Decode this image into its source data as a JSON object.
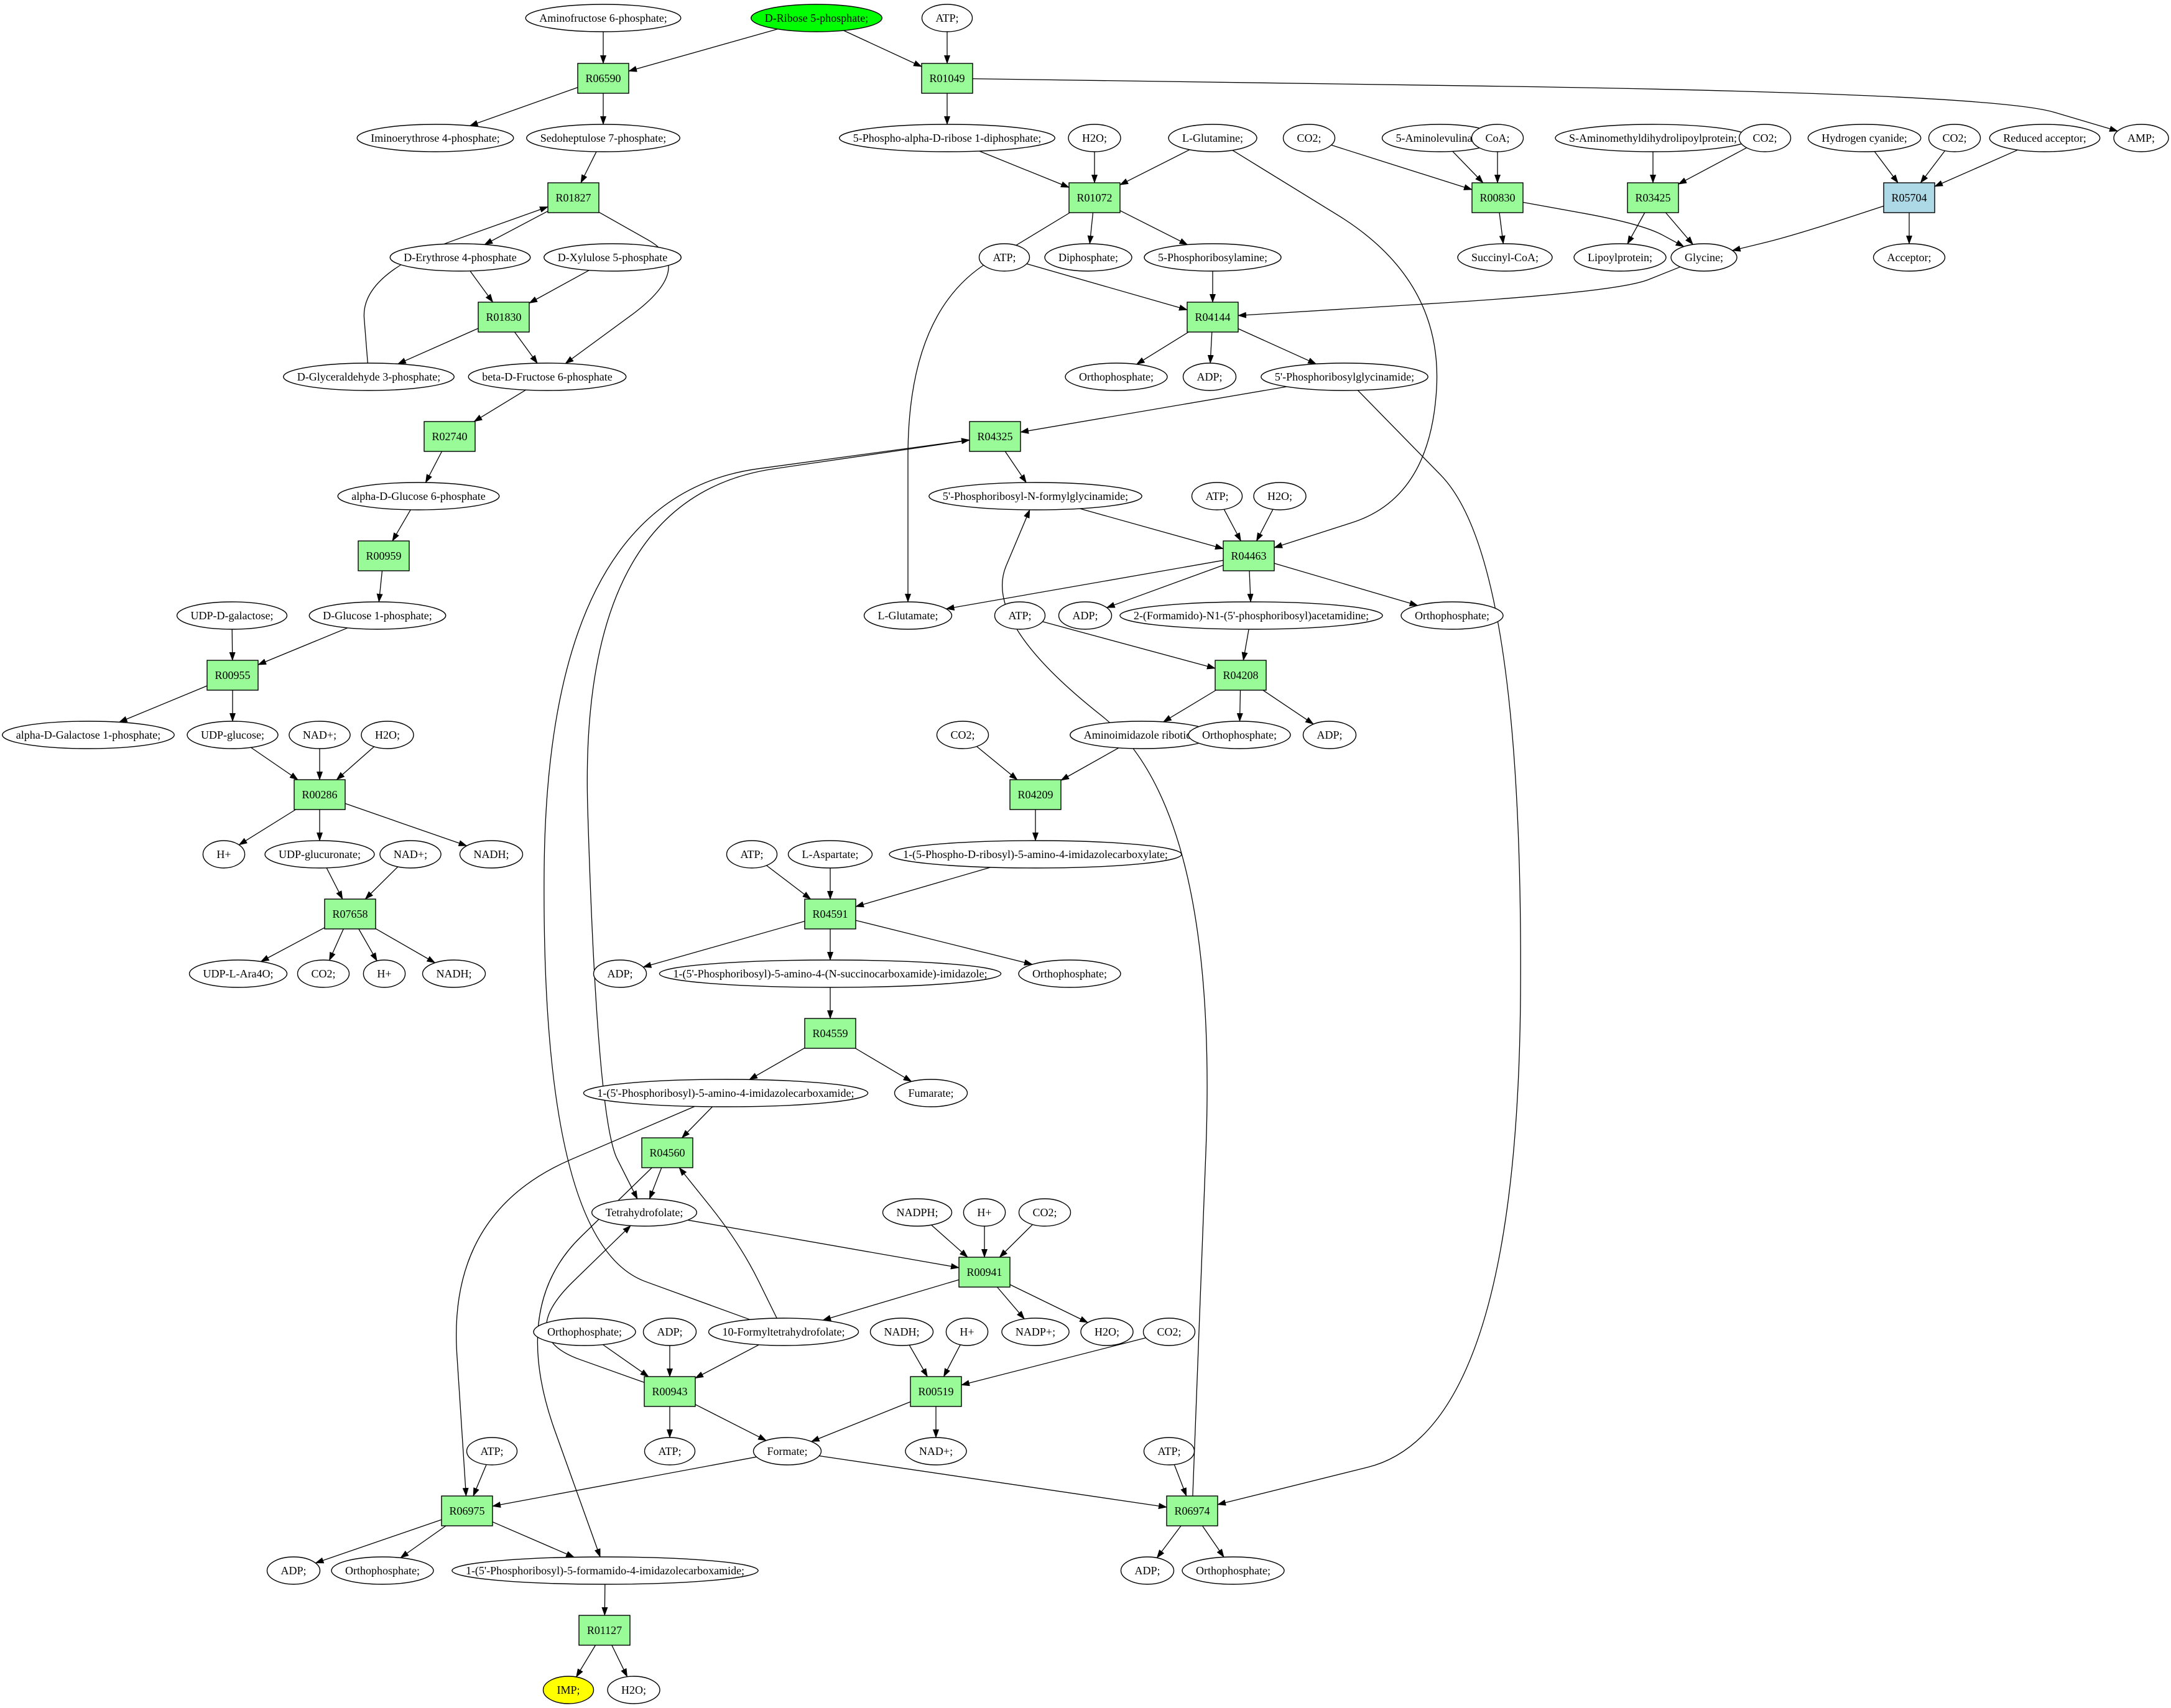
{
  "colors": {
    "reaction": "#98fb98",
    "reaction_alt": "#add8e6",
    "metabolite": "#ffffff",
    "start": "#00ff00",
    "target": "#ffff00",
    "line": "#000000"
  },
  "nodes": [
    {
      "id": "m_aminofructose6p",
      "label": "Aminofructose 6-phosphate;",
      "kind": "metabolite"
    },
    {
      "id": "m_dribose5p",
      "label": "D-Ribose 5-phosphate;",
      "kind": "metabolite",
      "fill": "start"
    },
    {
      "id": "m_atp_top",
      "label": "ATP;",
      "kind": "metabolite"
    },
    {
      "id": "r_R06590",
      "label": "R06590",
      "kind": "reaction"
    },
    {
      "id": "r_R01049",
      "label": "R01049",
      "kind": "reaction"
    },
    {
      "id": "m_amp",
      "label": "AMP;",
      "kind": "metabolite"
    },
    {
      "id": "m_iminoerythrose4p",
      "label": "Iminoerythrose 4-phosphate;",
      "kind": "metabolite"
    },
    {
      "id": "m_sedoheptulose7p",
      "label": "Sedoheptulose 7-phosphate;",
      "kind": "metabolite"
    },
    {
      "id": "m_prpp",
      "label": "5-Phospho-alpha-D-ribose 1-diphosphate;",
      "kind": "metabolite"
    },
    {
      "id": "m_h2o_1",
      "label": "H2O;",
      "kind": "metabolite"
    },
    {
      "id": "m_lglutamine",
      "label": "L-Glutamine;",
      "kind": "metabolite"
    },
    {
      "id": "m_co2_1",
      "label": "CO2;",
      "kind": "metabolite"
    },
    {
      "id": "m_5aminolevulinate",
      "label": "5-Aminolevulinate;",
      "kind": "metabolite"
    },
    {
      "id": "m_coa",
      "label": "CoA;",
      "kind": "metabolite"
    },
    {
      "id": "m_saminomethyl",
      "label": "S-Aminomethyldihydrolipoylprotein;",
      "kind": "metabolite"
    },
    {
      "id": "m_co2_2",
      "label": "CO2;",
      "kind": "metabolite"
    },
    {
      "id": "m_hcn",
      "label": "Hydrogen cyanide;",
      "kind": "metabolite"
    },
    {
      "id": "m_co2_3",
      "label": "CO2;",
      "kind": "metabolite"
    },
    {
      "id": "m_reducedacceptor",
      "label": "Reduced acceptor;",
      "kind": "metabolite"
    },
    {
      "id": "r_R01827",
      "label": "R01827",
      "kind": "reaction"
    },
    {
      "id": "r_R01072",
      "label": "R01072",
      "kind": "reaction"
    },
    {
      "id": "r_R00830",
      "label": "R00830",
      "kind": "reaction"
    },
    {
      "id": "r_R03425",
      "label": "R03425",
      "kind": "reaction"
    },
    {
      "id": "r_R05704",
      "label": "R05704",
      "kind": "reaction",
      "fill": "reaction_alt"
    },
    {
      "id": "m_derythrose4p",
      "label": "D-Erythrose 4-phosphate",
      "kind": "metabolite"
    },
    {
      "id": "m_dxylulose5p",
      "label": "D-Xylulose 5-phosphate",
      "kind": "metabolite"
    },
    {
      "id": "m_atp_2",
      "label": "ATP;",
      "kind": "metabolite"
    },
    {
      "id": "m_diphosphate",
      "label": "Diphosphate;",
      "kind": "metabolite"
    },
    {
      "id": "m_5phosphoribosylamine",
      "label": "5-Phosphoribosylamine;",
      "kind": "metabolite"
    },
    {
      "id": "m_succinylcoa",
      "label": "Succinyl-CoA;",
      "kind": "metabolite"
    },
    {
      "id": "m_lipoylprotein",
      "label": "Lipoylprotein;",
      "kind": "metabolite"
    },
    {
      "id": "m_glycine",
      "label": "Glycine;",
      "kind": "metabolite"
    },
    {
      "id": "m_acceptor",
      "label": "Acceptor;",
      "kind": "metabolite"
    },
    {
      "id": "r_R01830",
      "label": "R01830",
      "kind": "reaction"
    },
    {
      "id": "r_R04144",
      "label": "R04144",
      "kind": "reaction"
    },
    {
      "id": "m_dglyceraldehyde3p",
      "label": "D-Glyceraldehyde 3-phosphate;",
      "kind": "metabolite"
    },
    {
      "id": "m_betadfructose6p",
      "label": "beta-D-Fructose 6-phosphate",
      "kind": "metabolite"
    },
    {
      "id": "m_orthophosphate_1",
      "label": "Orthophosphate;",
      "kind": "metabolite"
    },
    {
      "id": "m_adp_1",
      "label": "ADP;",
      "kind": "metabolite"
    },
    {
      "id": "m_5prglycinamide",
      "label": "5'-Phosphoribosylglycinamide;",
      "kind": "metabolite"
    },
    {
      "id": "r_R02740",
      "label": "R02740",
      "kind": "reaction"
    },
    {
      "id": "r_R04325",
      "label": "R04325",
      "kind": "reaction"
    },
    {
      "id": "m_alphadglucose6p",
      "label": "alpha-D-Glucose 6-phosphate",
      "kind": "metabolite"
    },
    {
      "id": "m_5prnformylglycinamide",
      "label": "5'-Phosphoribosyl-N-formylglycinamide;",
      "kind": "metabolite"
    },
    {
      "id": "m_atp_3",
      "label": "ATP;",
      "kind": "metabolite"
    },
    {
      "id": "m_h2o_2",
      "label": "H2O;",
      "kind": "metabolite"
    },
    {
      "id": "r_R00959",
      "label": "R00959",
      "kind": "reaction"
    },
    {
      "id": "r_R04463",
      "label": "R04463",
      "kind": "reaction"
    },
    {
      "id": "m_udpdgalactose",
      "label": "UDP-D-galactose;",
      "kind": "metabolite"
    },
    {
      "id": "m_dglucose1p",
      "label": "D-Glucose 1-phosphate;",
      "kind": "metabolite"
    },
    {
      "id": "m_lglutamate",
      "label": "L-Glutamate;",
      "kind": "metabolite"
    },
    {
      "id": "m_adp_2",
      "label": "ADP;",
      "kind": "metabolite"
    },
    {
      "id": "m_formamidoacetamidine",
      "label": "2-(Formamido)-N1-(5'-phosphoribosyl)acetamidine;",
      "kind": "metabolite"
    },
    {
      "id": "m_orthophosphate_2",
      "label": "Orthophosphate;",
      "kind": "metabolite"
    },
    {
      "id": "m_atp_4",
      "label": "ATP;",
      "kind": "metabolite"
    },
    {
      "id": "r_R00955",
      "label": "R00955",
      "kind": "reaction"
    },
    {
      "id": "r_R04208",
      "label": "R04208",
      "kind": "reaction"
    },
    {
      "id": "m_alphadgalactose1p",
      "label": "alpha-D-Galactose 1-phosphate;",
      "kind": "metabolite"
    },
    {
      "id": "m_udpglucose",
      "label": "UDP-glucose;",
      "kind": "metabolite"
    },
    {
      "id": "m_nad_1",
      "label": "NAD+;",
      "kind": "metabolite"
    },
    {
      "id": "m_h2o_3",
      "label": "H2O;",
      "kind": "metabolite"
    },
    {
      "id": "m_aminoimidazoleribotide",
      "label": "Aminoimidazole ribotide;",
      "kind": "metabolite"
    },
    {
      "id": "m_orthophosphate_3",
      "label": "Orthophosphate;",
      "kind": "metabolite"
    },
    {
      "id": "m_adp_3",
      "label": "ADP;",
      "kind": "metabolite"
    },
    {
      "id": "m_co2_4",
      "label": "CO2;",
      "kind": "metabolite"
    },
    {
      "id": "r_R00286",
      "label": "R00286",
      "kind": "reaction"
    },
    {
      "id": "r_R04209",
      "label": "R04209",
      "kind": "reaction"
    },
    {
      "id": "m_hplus_1",
      "label": "H+",
      "kind": "metabolite"
    },
    {
      "id": "m_udpglucuronate",
      "label": "UDP-glucuronate;",
      "kind": "metabolite"
    },
    {
      "id": "m_nad_2",
      "label": "NAD+;",
      "kind": "metabolite"
    },
    {
      "id": "m_nadh_1",
      "label": "NADH;",
      "kind": "metabolite"
    },
    {
      "id": "m_air_carboxylate",
      "label": "1-(5-Phospho-D-ribosyl)-5-amino-4-imidazolecarboxylate;",
      "kind": "metabolite"
    },
    {
      "id": "m_atp_5",
      "label": "ATP;",
      "kind": "metabolite"
    },
    {
      "id": "m_laspartate",
      "label": "L-Aspartate;",
      "kind": "metabolite"
    },
    {
      "id": "r_R07658",
      "label": "R07658",
      "kind": "reaction"
    },
    {
      "id": "r_R04591",
      "label": "R04591",
      "kind": "reaction"
    },
    {
      "id": "m_udplara4o",
      "label": "UDP-L-Ara4O;",
      "kind": "metabolite"
    },
    {
      "id": "m_co2_5",
      "label": "CO2;",
      "kind": "metabolite"
    },
    {
      "id": "m_hplus_2",
      "label": "H+",
      "kind": "metabolite"
    },
    {
      "id": "m_nadh_2",
      "label": "NADH;",
      "kind": "metabolite"
    },
    {
      "id": "m_adp_4",
      "label": "ADP;",
      "kind": "metabolite"
    },
    {
      "id": "m_saicar",
      "label": "1-(5'-Phosphoribosyl)-5-amino-4-(N-succinocarboxamide)-imidazole;",
      "kind": "metabolite"
    },
    {
      "id": "m_orthophosphate_4",
      "label": "Orthophosphate;",
      "kind": "metabolite"
    },
    {
      "id": "r_R04559",
      "label": "R04559",
      "kind": "reaction"
    },
    {
      "id": "m_aicar",
      "label": "1-(5'-Phosphoribosyl)-5-amino-4-imidazolecarboxamide;",
      "kind": "metabolite"
    },
    {
      "id": "m_fumarate",
      "label": "Fumarate;",
      "kind": "metabolite"
    },
    {
      "id": "r_R04560",
      "label": "R04560",
      "kind": "reaction"
    },
    {
      "id": "m_tetrahydrofolate",
      "label": "Tetrahydrofolate;",
      "kind": "metabolite"
    },
    {
      "id": "m_nadph",
      "label": "NADPH;",
      "kind": "metabolite"
    },
    {
      "id": "m_hplus_3",
      "label": "H+",
      "kind": "metabolite"
    },
    {
      "id": "m_co2_6",
      "label": "CO2;",
      "kind": "metabolite"
    },
    {
      "id": "r_R00941",
      "label": "R00941",
      "kind": "reaction"
    },
    {
      "id": "m_orthophosphate_5",
      "label": "Orthophosphate;",
      "kind": "metabolite"
    },
    {
      "id": "m_adp_5",
      "label": "ADP;",
      "kind": "metabolite"
    },
    {
      "id": "m_10formylthf",
      "label": "10-Formyltetrahydrofolate;",
      "kind": "metabolite"
    },
    {
      "id": "m_nadh_3",
      "label": "NADH;",
      "kind": "metabolite"
    },
    {
      "id": "m_hplus_4",
      "label": "H+",
      "kind": "metabolite"
    },
    {
      "id": "m_nadp",
      "label": "NADP+;",
      "kind": "metabolite"
    },
    {
      "id": "m_h2o_4",
      "label": "H2O;",
      "kind": "metabolite"
    },
    {
      "id": "m_co2_7",
      "label": "CO2;",
      "kind": "metabolite"
    },
    {
      "id": "r_R00943",
      "label": "R00943",
      "kind": "reaction"
    },
    {
      "id": "r_R00519",
      "label": "R00519",
      "kind": "reaction"
    },
    {
      "id": "m_atp_6",
      "label": "ATP;",
      "kind": "metabolite"
    },
    {
      "id": "m_atp_7",
      "label": "ATP;",
      "kind": "metabolite"
    },
    {
      "id": "m_formate",
      "label": "Formate;",
      "kind": "metabolite"
    },
    {
      "id": "m_nad_3",
      "label": "NAD+;",
      "kind": "metabolite"
    },
    {
      "id": "m_atp_8",
      "label": "ATP;",
      "kind": "metabolite"
    },
    {
      "id": "r_R06975",
      "label": "R06975",
      "kind": "reaction"
    },
    {
      "id": "r_R06974",
      "label": "R06974",
      "kind": "reaction"
    },
    {
      "id": "m_adp_6",
      "label": "ADP;",
      "kind": "metabolite"
    },
    {
      "id": "m_orthophosphate_6",
      "label": "Orthophosphate;",
      "kind": "metabolite"
    },
    {
      "id": "m_faicar",
      "label": "1-(5'-Phosphoribosyl)-5-formamido-4-imidazolecarboxamide;",
      "kind": "metabolite"
    },
    {
      "id": "m_adp_7",
      "label": "ADP;",
      "kind": "metabolite"
    },
    {
      "id": "m_orthophosphate_7",
      "label": "Orthophosphate;",
      "kind": "metabolite"
    },
    {
      "id": "r_R01127",
      "label": "R01127",
      "kind": "reaction"
    },
    {
      "id": "m_imp",
      "label": "IMP;",
      "kind": "metabolite",
      "fill": "target"
    },
    {
      "id": "m_h2o_5",
      "label": "H2O;",
      "kind": "metabolite"
    }
  ],
  "edges": [
    [
      "m_aminofructose6p",
      "r_R06590"
    ],
    [
      "m_dribose5p",
      "r_R06590"
    ],
    [
      "m_dribose5p",
      "r_R01049"
    ],
    [
      "m_atp_top",
      "r_R01049"
    ],
    [
      "r_R06590",
      "m_iminoerythrose4p"
    ],
    [
      "r_R06590",
      "m_sedoheptulose7p"
    ],
    [
      "r_R01049",
      "m_prpp"
    ],
    [
      "r_R01049",
      "m_amp"
    ],
    [
      "m_sedoheptulose7p",
      "r_R01827"
    ],
    [
      "r_R01827",
      "m_derythrose4p"
    ],
    [
      "r_R01827",
      "m_betadfructose6p"
    ],
    [
      "m_dglyceraldehyde3p",
      "r_R01827"
    ],
    [
      "m_derythrose4p",
      "r_R01830"
    ],
    [
      "m_dxylulose5p",
      "r_R01830"
    ],
    [
      "r_R01830",
      "m_dglyceraldehyde3p"
    ],
    [
      "r_R01830",
      "m_betadfructose6p"
    ],
    [
      "m_betadfructose6p",
      "r_R02740"
    ],
    [
      "r_R02740",
      "m_alphadglucose6p"
    ],
    [
      "m_alphadglucose6p",
      "r_R00959"
    ],
    [
      "r_R00959",
      "m_dglucose1p"
    ],
    [
      "m_udpdgalactose",
      "r_R00955"
    ],
    [
      "m_dglucose1p",
      "r_R00955"
    ],
    [
      "r_R00955",
      "m_alphadgalactose1p"
    ],
    [
      "r_R00955",
      "m_udpglucose"
    ],
    [
      "m_udpglucose",
      "r_R00286"
    ],
    [
      "m_nad_1",
      "r_R00286"
    ],
    [
      "m_h2o_3",
      "r_R00286"
    ],
    [
      "r_R00286",
      "m_hplus_1"
    ],
    [
      "r_R00286",
      "m_udpglucuronate"
    ],
    [
      "r_R00286",
      "m_nadh_1"
    ],
    [
      "m_udpglucuronate",
      "r_R07658"
    ],
    [
      "m_nad_2",
      "r_R07658"
    ],
    [
      "r_R07658",
      "m_udplara4o"
    ],
    [
      "r_R07658",
      "m_co2_5"
    ],
    [
      "r_R07658",
      "m_hplus_2"
    ],
    [
      "r_R07658",
      "m_nadh_2"
    ],
    [
      "m_prpp",
      "r_R01072"
    ],
    [
      "m_h2o_1",
      "r_R01072"
    ],
    [
      "m_lglutamine",
      "r_R01072"
    ],
    [
      "m_lglutamine",
      "r_R04463"
    ],
    [
      "r_R01072",
      "m_diphosphate"
    ],
    [
      "r_R01072",
      "m_5phosphoribosylamine"
    ],
    [
      "r_R01072",
      "m_lglutamate"
    ],
    [
      "m_co2_1",
      "r_R00830"
    ],
    [
      "m_5aminolevulinate",
      "r_R00830"
    ],
    [
      "m_coa",
      "r_R00830"
    ],
    [
      "r_R00830",
      "m_succinylcoa"
    ],
    [
      "r_R00830",
      "m_glycine"
    ],
    [
      "m_saminomethyl",
      "r_R03425"
    ],
    [
      "m_co2_2",
      "r_R03425"
    ],
    [
      "r_R03425",
      "m_lipoylprotein"
    ],
    [
      "r_R03425",
      "m_glycine"
    ],
    [
      "m_hcn",
      "r_R05704"
    ],
    [
      "m_co2_3",
      "r_R05704"
    ],
    [
      "m_reducedacceptor",
      "r_R05704"
    ],
    [
      "r_R05704",
      "m_acceptor"
    ],
    [
      "r_R05704",
      "m_glycine"
    ],
    [
      "m_atp_2",
      "r_R04144"
    ],
    [
      "m_5phosphoribosylamine",
      "r_R04144"
    ],
    [
      "m_glycine",
      "r_R04144"
    ],
    [
      "r_R04144",
      "m_orthophosphate_1"
    ],
    [
      "r_R04144",
      "m_adp_1"
    ],
    [
      "r_R04144",
      "m_5prglycinamide"
    ],
    [
      "m_5prglycinamide",
      "r_R04325"
    ],
    [
      "m_5prglycinamide",
      "r_R06974"
    ],
    [
      "r_R04325",
      "m_5prnformylglycinamide"
    ],
    [
      "r_R04325",
      "m_tetrahydrofolate"
    ],
    [
      "m_10formylthf",
      "r_R04325"
    ],
    [
      "m_5prnformylglycinamide",
      "r_R04463"
    ],
    [
      "m_atp_3",
      "r_R04463"
    ],
    [
      "m_h2o_2",
      "r_R04463"
    ],
    [
      "r_R04463",
      "m_lglutamate"
    ],
    [
      "r_R04463",
      "m_adp_2"
    ],
    [
      "r_R04463",
      "m_formamidoacetamidine"
    ],
    [
      "r_R04463",
      "m_orthophosphate_2"
    ],
    [
      "m_atp_4",
      "r_R04208"
    ],
    [
      "m_formamidoacetamidine",
      "r_R04208"
    ],
    [
      "r_R04208",
      "m_aminoimidazoleribotide"
    ],
    [
      "r_R04208",
      "m_orthophosphate_3"
    ],
    [
      "r_R04208",
      "m_adp_3"
    ],
    [
      "m_co2_4",
      "r_R04209"
    ],
    [
      "m_aminoimidazoleribotide",
      "r_R04209"
    ],
    [
      "r_R04209",
      "m_air_carboxylate"
    ],
    [
      "m_atp_5",
      "r_R04591"
    ],
    [
      "m_laspartate",
      "r_R04591"
    ],
    [
      "m_air_carboxylate",
      "r_R04591"
    ],
    [
      "r_R04591",
      "m_adp_4"
    ],
    [
      "r_R04591",
      "m_saicar"
    ],
    [
      "r_R04591",
      "m_orthophosphate_4"
    ],
    [
      "m_saicar",
      "r_R04559"
    ],
    [
      "r_R04559",
      "m_aicar"
    ],
    [
      "r_R04559",
      "m_fumarate"
    ],
    [
      "m_aicar",
      "r_R04560"
    ],
    [
      "m_aicar",
      "r_R06975"
    ],
    [
      "m_10formylthf",
      "r_R04560"
    ],
    [
      "r_R04560",
      "m_tetrahydrofolate"
    ],
    [
      "r_R04560",
      "m_faicar"
    ],
    [
      "m_tetrahydrofolate",
      "r_R00941"
    ],
    [
      "m_nadph",
      "r_R00941"
    ],
    [
      "m_hplus_3",
      "r_R00941"
    ],
    [
      "m_co2_6",
      "r_R00941"
    ],
    [
      "r_R00941",
      "m_10formylthf"
    ],
    [
      "r_R00941",
      "m_nadp"
    ],
    [
      "r_R00941",
      "m_h2o_4"
    ],
    [
      "m_orthophosphate_5",
      "r_R00943"
    ],
    [
      "m_adp_5",
      "r_R00943"
    ],
    [
      "m_10formylthf",
      "r_R00943"
    ],
    [
      "r_R00943",
      "m_tetrahydrofolate"
    ],
    [
      "r_R00943",
      "m_atp_6"
    ],
    [
      "r_R00943",
      "m_formate"
    ],
    [
      "m_nadh_3",
      "r_R00519"
    ],
    [
      "m_hplus_4",
      "r_R00519"
    ],
    [
      "m_co2_7",
      "r_R00519"
    ],
    [
      "r_R00519",
      "m_formate"
    ],
    [
      "r_R00519",
      "m_nad_3"
    ],
    [
      "m_atp_7",
      "r_R06975"
    ],
    [
      "m_formate",
      "r_R06975"
    ],
    [
      "m_formate",
      "r_R06974"
    ],
    [
      "r_R06975",
      "m_adp_6"
    ],
    [
      "r_R06975",
      "m_orthophosphate_6"
    ],
    [
      "r_R06975",
      "m_faicar"
    ],
    [
      "m_atp_8",
      "r_R06974"
    ],
    [
      "r_R06974",
      "m_adp_7"
    ],
    [
      "r_R06974",
      "m_orthophosphate_7"
    ],
    [
      "r_R06974",
      "m_5prnformylglycinamide"
    ],
    [
      "m_faicar",
      "r_R01127"
    ],
    [
      "r_R01127",
      "m_imp"
    ],
    [
      "r_R01127",
      "m_h2o_5"
    ]
  ]
}
